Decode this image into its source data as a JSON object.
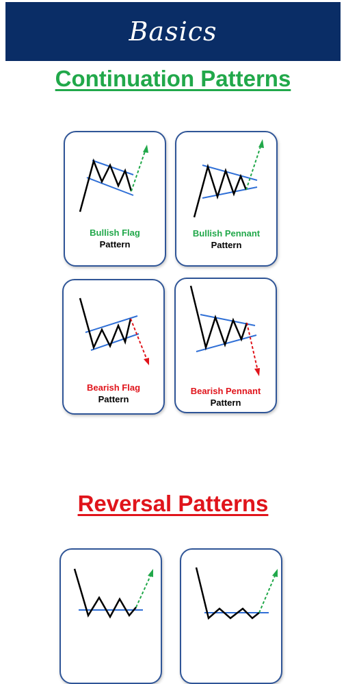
{
  "header": {
    "title": "Basics"
  },
  "sections": {
    "continuation": {
      "title": "Continuation Patterns"
    },
    "reversal": {
      "title": "Reversal Patterns"
    }
  },
  "cards": [
    {
      "name": "Bullish Flag",
      "sub": "Pattern",
      "color": "#21a84a"
    },
    {
      "name": "Bullish Pennant",
      "sub": "Pattern",
      "color": "#21a84a"
    },
    {
      "name": "Bearish Flag",
      "sub": "Pattern",
      "color": "#e0141b"
    },
    {
      "name": "Bearish Pennant",
      "sub": "Pattern",
      "color": "#e0141b"
    }
  ],
  "colors": {
    "header_bg": "#0a2d66",
    "continuation": "#21a84a",
    "reversal": "#e0141b",
    "card_border": "#2f5597",
    "trendline": "#2f6fd6"
  }
}
